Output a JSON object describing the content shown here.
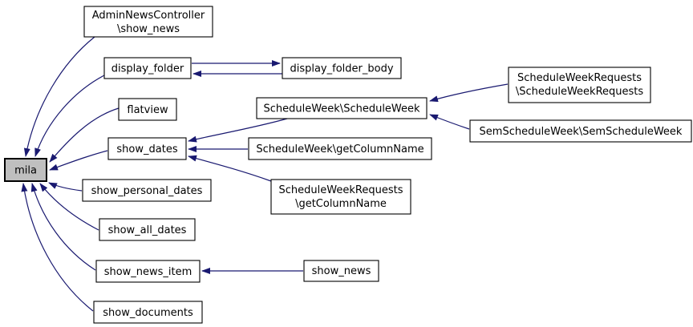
{
  "diagram": {
    "kind": "call-graph",
    "focus_node": "mila",
    "edge_color": "#191970",
    "node_fill": "#ffffff",
    "node_border": "#000000",
    "highlight_fill": "#bfbfbf",
    "nodes": {
      "mila": {
        "label": "mila"
      },
      "admin_news_show_news": {
        "line1": "AdminNewsController",
        "line2": "\\show_news"
      },
      "display_folder": {
        "label": "display_folder"
      },
      "display_folder_body": {
        "label": "display_folder_body"
      },
      "flatview": {
        "label": "flatview"
      },
      "schedule_week_ctor": {
        "label": "ScheduleWeek\\ScheduleWeek"
      },
      "schedule_week_requests_ctor": {
        "line1": "ScheduleWeekRequests",
        "line2": "\\ScheduleWeekRequests"
      },
      "sem_schedule_week_ctor": {
        "label": "SemScheduleWeek\\SemScheduleWeek"
      },
      "show_dates": {
        "label": "show_dates"
      },
      "schedule_week_get_column_name": {
        "label": "ScheduleWeek\\getColumnName"
      },
      "show_personal_dates": {
        "label": "show_personal_dates"
      },
      "schedule_week_requests_get_column_name": {
        "line1": "ScheduleWeekRequests",
        "line2": "\\getColumnName"
      },
      "show_all_dates": {
        "label": "show_all_dates"
      },
      "show_news_item": {
        "label": "show_news_item"
      },
      "show_news": {
        "label": "show_news"
      },
      "show_documents": {
        "label": "show_documents"
      }
    },
    "edges": [
      {
        "from": "AdminNewsController\\show_news",
        "to": "mila"
      },
      {
        "from": "display_folder",
        "to": "mila"
      },
      {
        "from": "display_folder",
        "to": "display_folder_body"
      },
      {
        "from": "display_folder_body",
        "to": "display_folder"
      },
      {
        "from": "flatview",
        "to": "mila"
      },
      {
        "from": "ScheduleWeekRequests\\ScheduleWeekRequests",
        "to": "ScheduleWeek\\ScheduleWeek"
      },
      {
        "from": "SemScheduleWeek\\SemScheduleWeek",
        "to": "ScheduleWeek\\ScheduleWeek"
      },
      {
        "from": "ScheduleWeek\\ScheduleWeek",
        "to": "show_dates"
      },
      {
        "from": "ScheduleWeek\\getColumnName",
        "to": "show_dates"
      },
      {
        "from": "ScheduleWeekRequests\\getColumnName",
        "to": "show_dates"
      },
      {
        "from": "show_dates",
        "to": "mila"
      },
      {
        "from": "show_personal_dates",
        "to": "mila"
      },
      {
        "from": "show_all_dates",
        "to": "mila"
      },
      {
        "from": "show_news_item",
        "to": "mila"
      },
      {
        "from": "show_news",
        "to": "show_news_item"
      },
      {
        "from": "show_documents",
        "to": "mila"
      }
    ]
  }
}
